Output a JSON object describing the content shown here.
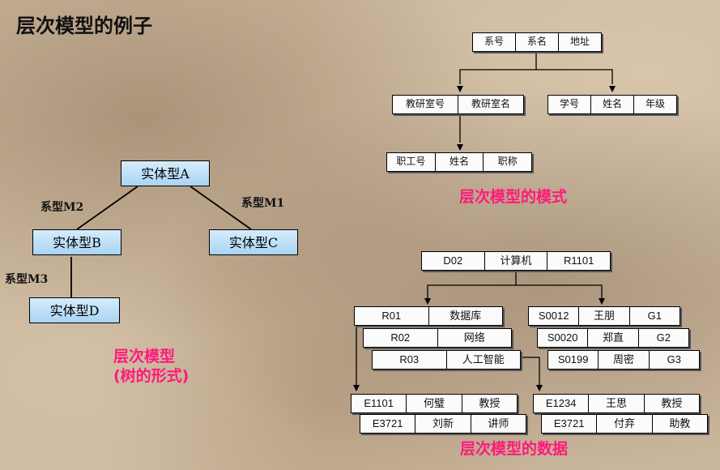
{
  "title": "层次模型的例子",
  "tree": {
    "entities": [
      "实体型A",
      "实体型B",
      "实体型C",
      "实体型D"
    ],
    "relations": [
      "系型M2",
      "系型M1",
      "系型M3"
    ],
    "caption_line1": "层次模型",
    "caption_line2": "(树的形式)"
  },
  "schema": {
    "root": [
      "系号",
      "系名",
      "地址"
    ],
    "left": [
      "教研室号",
      "教研室名"
    ],
    "right": [
      "学号",
      "姓名",
      "年级"
    ],
    "bottom": [
      "职工号",
      "姓名",
      "职称"
    ],
    "caption": "层次模型的模式"
  },
  "data": {
    "root": [
      "D02",
      "计算机",
      "R1101"
    ],
    "rooms": [
      [
        "R01",
        "数据库"
      ],
      [
        "R02",
        "网络"
      ],
      [
        "R03",
        "人工智能"
      ]
    ],
    "students": [
      [
        "S0012",
        "王朋",
        "G1"
      ],
      [
        "S0020",
        "郑直",
        "G2"
      ],
      [
        "S0199",
        "周密",
        "G3"
      ]
    ],
    "staff_left": [
      [
        "E1101",
        "何璧",
        "教授"
      ],
      [
        "E3721",
        "刘新",
        "讲师"
      ]
    ],
    "staff_right": [
      [
        "E1234",
        "王思",
        "教授"
      ],
      [
        "E3721",
        "付弃",
        "助教"
      ]
    ],
    "caption": "层次模型的数据"
  },
  "colors": {
    "caption": "#ff1a7a",
    "entity_fill": "#bfe0f8"
  }
}
